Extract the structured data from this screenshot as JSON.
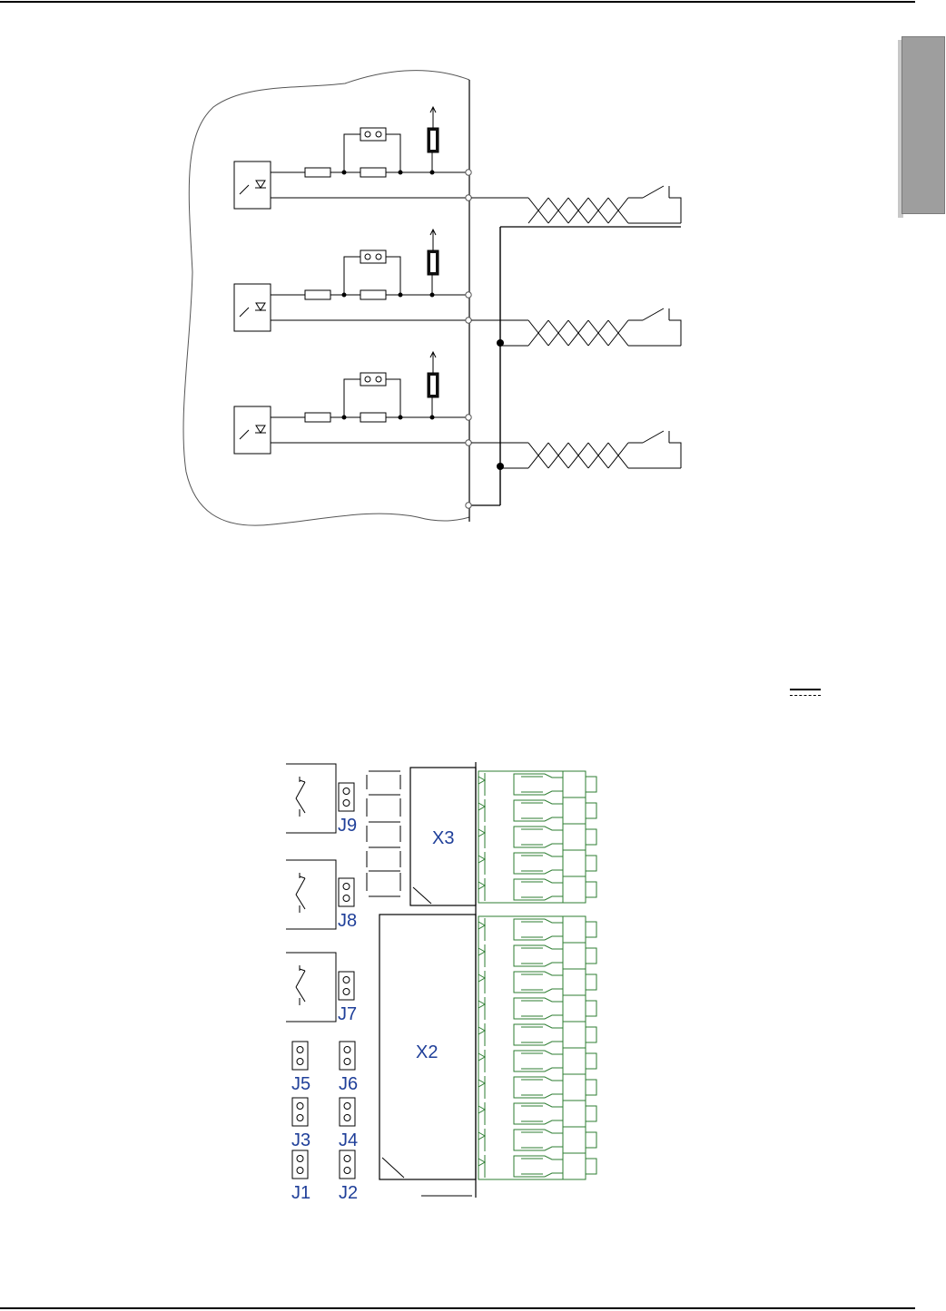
{
  "page": {
    "side_tab_color": "#9e9e9e",
    "accent_wire_color": "#000000",
    "terminal_color": "#2e7d32",
    "label_color": "#1f3f99"
  },
  "board_diagram": {
    "jumpers": [
      {
        "id": "J9",
        "label": "J9"
      },
      {
        "id": "J8",
        "label": "J8"
      },
      {
        "id": "J7",
        "label": "J7"
      },
      {
        "id": "J5",
        "label": "J5"
      },
      {
        "id": "J6",
        "label": "J6"
      },
      {
        "id": "J3",
        "label": "J3"
      },
      {
        "id": "J4",
        "label": "J4"
      },
      {
        "id": "J1",
        "label": "J1"
      },
      {
        "id": "J2",
        "label": "J2"
      }
    ],
    "connectors": [
      {
        "id": "X3",
        "label": "X3",
        "terminals": 5
      },
      {
        "id": "X2",
        "label": "X2",
        "terminals": 10
      }
    ]
  },
  "symbols": {
    "dc_symbol": "direct-current-symbol"
  }
}
